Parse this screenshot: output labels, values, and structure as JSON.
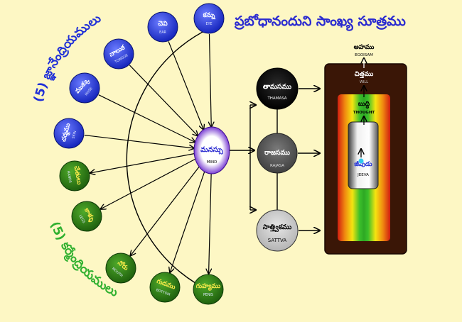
{
  "title": "ప్రబోధానందుని సాంఖ్య సూత్రము",
  "colors": {
    "background": "#fdf7c4",
    "title": "#2a2ad0",
    "sense_blue": "#1f2fd8",
    "action_green": "#2f8a1a",
    "action_label": "#2fb02f",
    "guna_black": "#000000",
    "guna_gray": "#5a5a5a",
    "guna_light": "#c9c9c9",
    "box_brown": "#3a1606"
  },
  "sense_organs_label": "(5) జ్ఞానేంద్రియములు",
  "action_organs_label": "(5) కర్మేంద్రియములు",
  "sense_organs": [
    {
      "te": "కన్ను",
      "en": "EYE"
    },
    {
      "te": "చెవి",
      "en": "EAR"
    },
    {
      "te": "నాలుక",
      "en": "TONGUE"
    },
    {
      "te": "ముక్కు",
      "en": "NOSE"
    },
    {
      "te": "చర్మము",
      "en": "SKIN"
    }
  ],
  "action_organs": [
    {
      "te": "చేతులు",
      "en": "HANDS"
    },
    {
      "te": "కాళ్ళు",
      "en": "LEGS"
    },
    {
      "te": "నోరు",
      "en": "MOUTH"
    },
    {
      "te": "గుదము",
      "en": "BOTTOM"
    },
    {
      "te": "గుహ్యము",
      "en": "PENIS"
    }
  ],
  "mind": {
    "te": "మనస్సు",
    "en": "MIND"
  },
  "gunas": [
    {
      "te": "తామసము",
      "en": "THAMASA"
    },
    {
      "te": "రాజసము",
      "en": "RAJASA"
    },
    {
      "te": "సాత్త్వికము",
      "en": "SATTVA"
    }
  ],
  "inner": {
    "ego": {
      "te": "అహము",
      "en": "EGOISAM"
    },
    "chitta": {
      "te": "చిత్తము",
      "en": "WILL"
    },
    "buddhi": {
      "te": "బుద్ధి",
      "en": "THOUGHT"
    },
    "jeeva": {
      "te": "జీవుడు",
      "en": "JEEVA"
    }
  }
}
